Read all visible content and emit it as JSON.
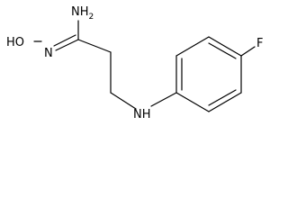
{
  "molecule": {
    "atoms": {
      "amine_n": "NH",
      "amine_h_count": "2",
      "oxime_oh": "HO",
      "oxime_n": "N",
      "aniline_nh": "NH",
      "fluorine": "F"
    }
  },
  "colors": {
    "bond": "#000000",
    "label": "#000000",
    "background": "#ffffff"
  }
}
